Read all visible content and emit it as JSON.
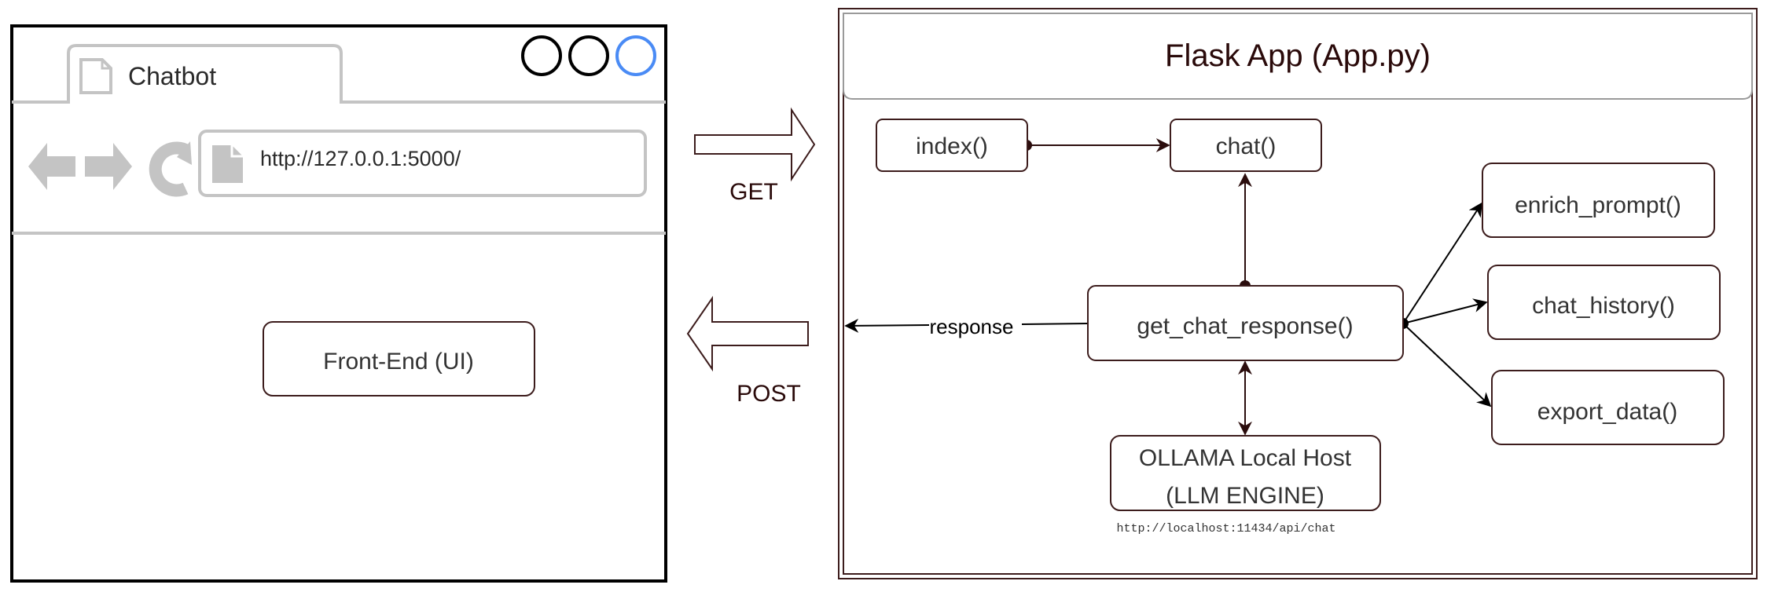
{
  "browser": {
    "tab_title": "Chatbot",
    "url": "http://127.0.0.1:5000/",
    "frontend_label": "Front-End (UI)"
  },
  "arrows": {
    "get_label": "GET",
    "post_label": "POST",
    "response_label": "response"
  },
  "flask": {
    "title": "Flask App (App.py)",
    "nodes": {
      "index": "index()",
      "chat": "chat()",
      "get_chat_response": "get_chat_response()",
      "enrich_prompt": "enrich_prompt()",
      "chat_history": "chat_history()",
      "export_data": "export_data()",
      "ollama_line1": "OLLAMA Local Host",
      "ollama_line2": "(LLM ENGINE)"
    },
    "ollama_url": "http://localhost:11434/api/chat"
  },
  "colors": {
    "node_stroke": "#3c1c1c",
    "mockup_gray": "#c4c4c4",
    "window_accent": "#4a8bf5",
    "text_dark": "#2a2a2a",
    "title_text": "#2a0a0a"
  }
}
